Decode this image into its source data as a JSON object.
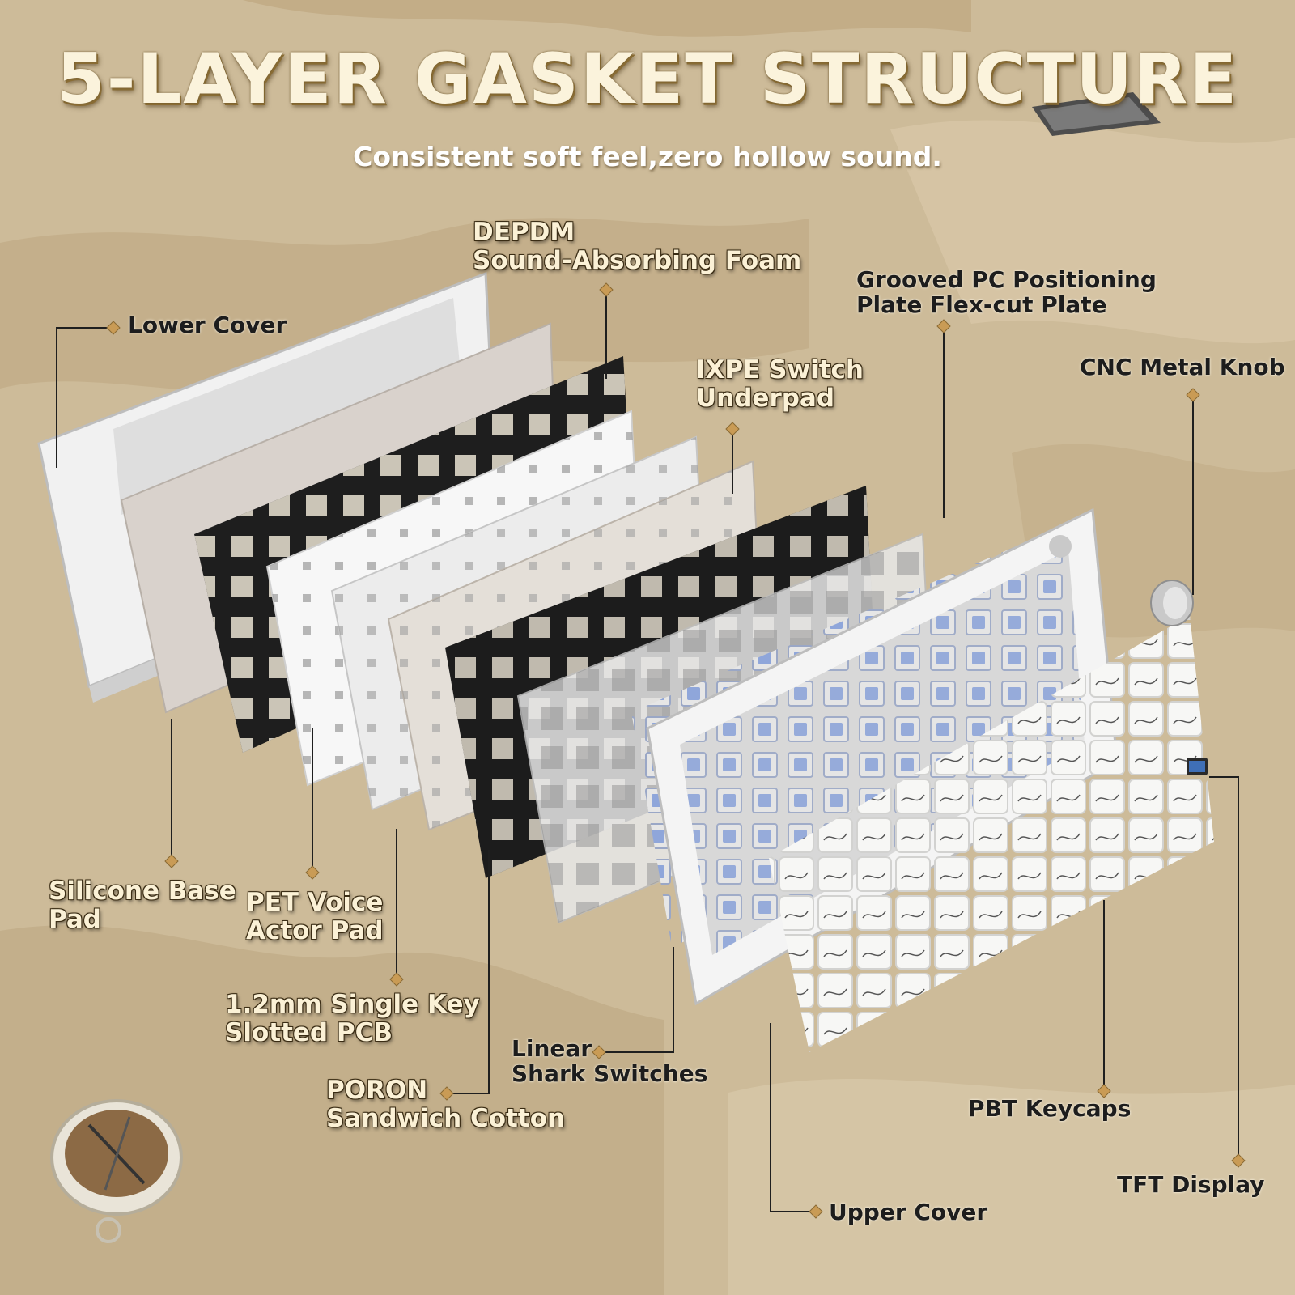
{
  "header": {
    "title": "5-LAYER GASKET STRUCTURE",
    "subtitle": "Consistent soft feel,zero hollow sound."
  },
  "colors": {
    "accent": "#c99b55",
    "leader": "#1f1f1f",
    "background": "#cdbb99"
  },
  "labels": {
    "lower_cover": "Lower Cover",
    "depdm_1": "DEPDM",
    "depdm_2": "Sound-Absorbing Foam",
    "grooved_1": "Grooved PC Positioning",
    "grooved_2": "Plate Flex-cut Plate",
    "ixpe_1": "IXPE Switch",
    "ixpe_2": "Underpad",
    "knob": "CNC Metal Knob",
    "silicone_1": "Silicone Base",
    "silicone_2": "Pad",
    "pet_1": "PET Voice",
    "pet_2": "Actor Pad",
    "pcb_1": "1.2mm Single Key",
    "pcb_2": "Slotted PCB",
    "poron_1": "PORON",
    "poron_2": "Sandwich Cotton",
    "switches_1": "Linear",
    "switches_2": "Shark Switches",
    "keycaps": "PBT Keycaps",
    "tft": "TFT Display",
    "upper_cover": "Upper Cover"
  }
}
